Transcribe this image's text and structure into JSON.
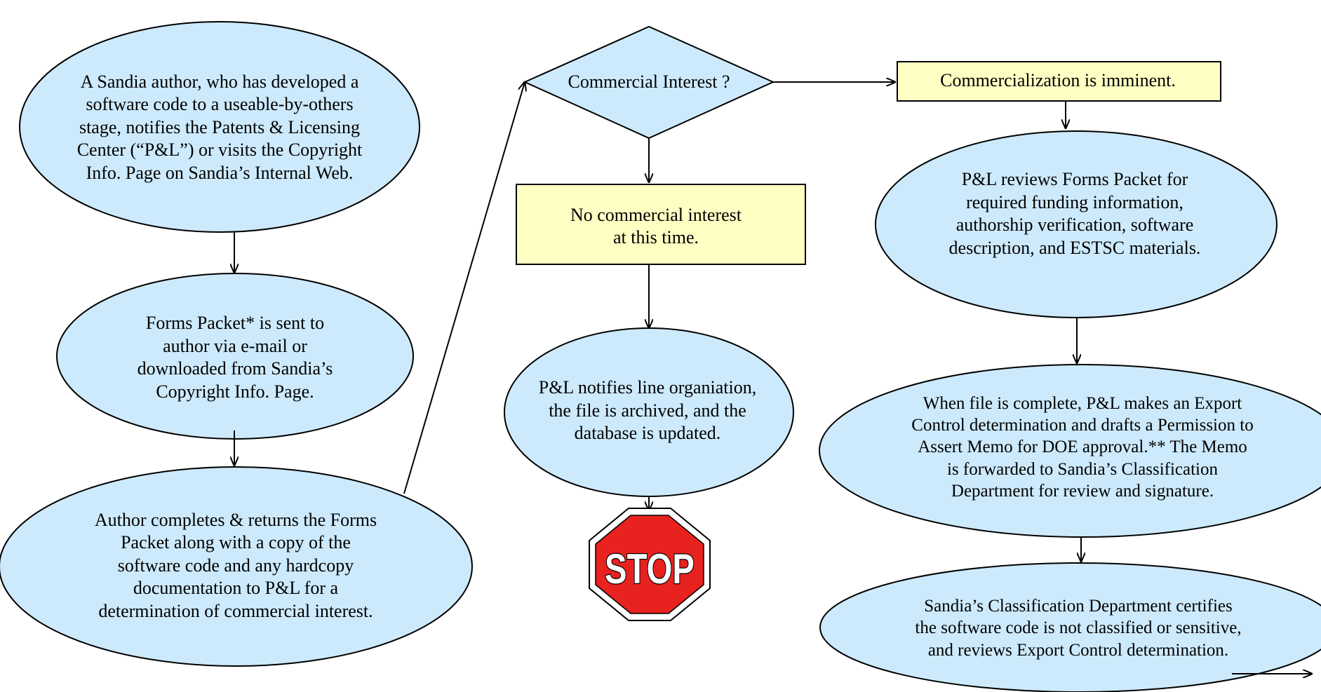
{
  "colors": {
    "ellipse_fill": "#cdeafc",
    "box_fill": "#ffffc4",
    "stroke": "#000000",
    "stop_red": "#e8221f"
  },
  "nodes": {
    "start": "A Sandia author, who has developed  a\nsoftware code to a useable-by-others\nstage, notifies the Patents & Licensing\nCenter (“P&L”) or visits the Copyright\nInfo. Page on Sandia’s Internal Web.",
    "forms_packet": "Forms Packet* is sent to\nauthor via e-mail or\ndownloaded from Sandia’s\nCopyright Info. Page.",
    "author_completes": "Author completes & returns the Forms\nPacket  along with  a copy of the\nsoftware code and any  hardcopy\ndocumentation to P&L for a\ndetermination of commercial interest.",
    "decision": "Commercial Interest ?",
    "no_interest": "No commercial interest\nat this time.",
    "notifies": "P&L notifies line organiation,\nthe file is archived, and the\ndatabase is updated.",
    "stop_sign": "STOP",
    "commercialization": "Commercialization is imminent.",
    "reviews": "P&L reviews Forms Packet for\nrequired funding information,\nauthorship verification, software\ndescription, and ESTSC materials.",
    "export_control": "When file is complete, P&L makes an Export\nControl determination and drafts a Permission to\nAssert Memo for DOE approval.**  The Memo\nis forwarded to Sandia’s Classification\nDepartment for review and signature.",
    "classification": "Sandia’s Classification Department certifies\nthe software code is not classified or sensitive,\nand reviews Export Control determination."
  }
}
